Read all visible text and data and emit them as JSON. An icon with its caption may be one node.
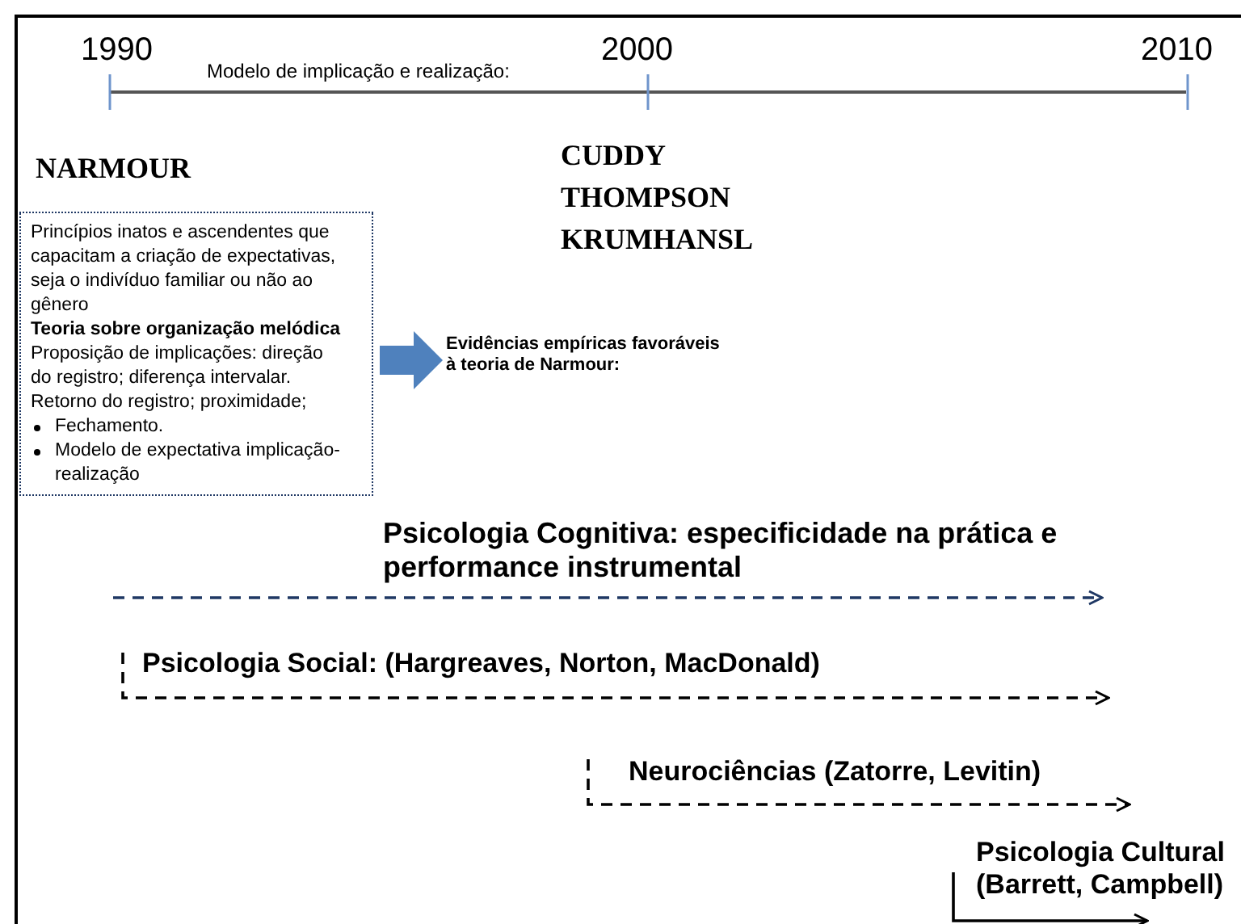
{
  "diagram": {
    "nodes": [
      {
        "text": [
          "NARMOUR",
          "Princípios inatos e ascendentes que capacitam a criação de expectativas, seja o indivíduo familiar ou não ao gênero",
          "Teoria sobre organização melódica",
          "Proposição de implicações: direção do registro; diferença intervalar. Retorno do registro; proximidade;",
          "Fechamento.",
          "Modelo de expectativa implicação-realização"
        ]
      },
      {
        "text": [
          "Evidências empíricas favoráveis à teoria de Narmour:"
        ]
      }
    ],
    "edges": [
      {
        "from": 0,
        "to": 1,
        "arrow": "to",
        "color": "#4f81bd"
      }
    ],
    "labels": [
      "1990",
      "Modelo de implicação e realização:",
      "2000",
      "2010",
      "CUDDY",
      "THOMPSON",
      "KRUMHANSL",
      "Psicologia Cognitiva: especificidade na prática e performance instrumental",
      "Psicologia Social: (Hargreaves, Norton, MacDonald)",
      "Neurociências (Zatorre, Levitin)",
      "Psicologia Cultural (Barrett, Campbell)"
    ]
  }
}
